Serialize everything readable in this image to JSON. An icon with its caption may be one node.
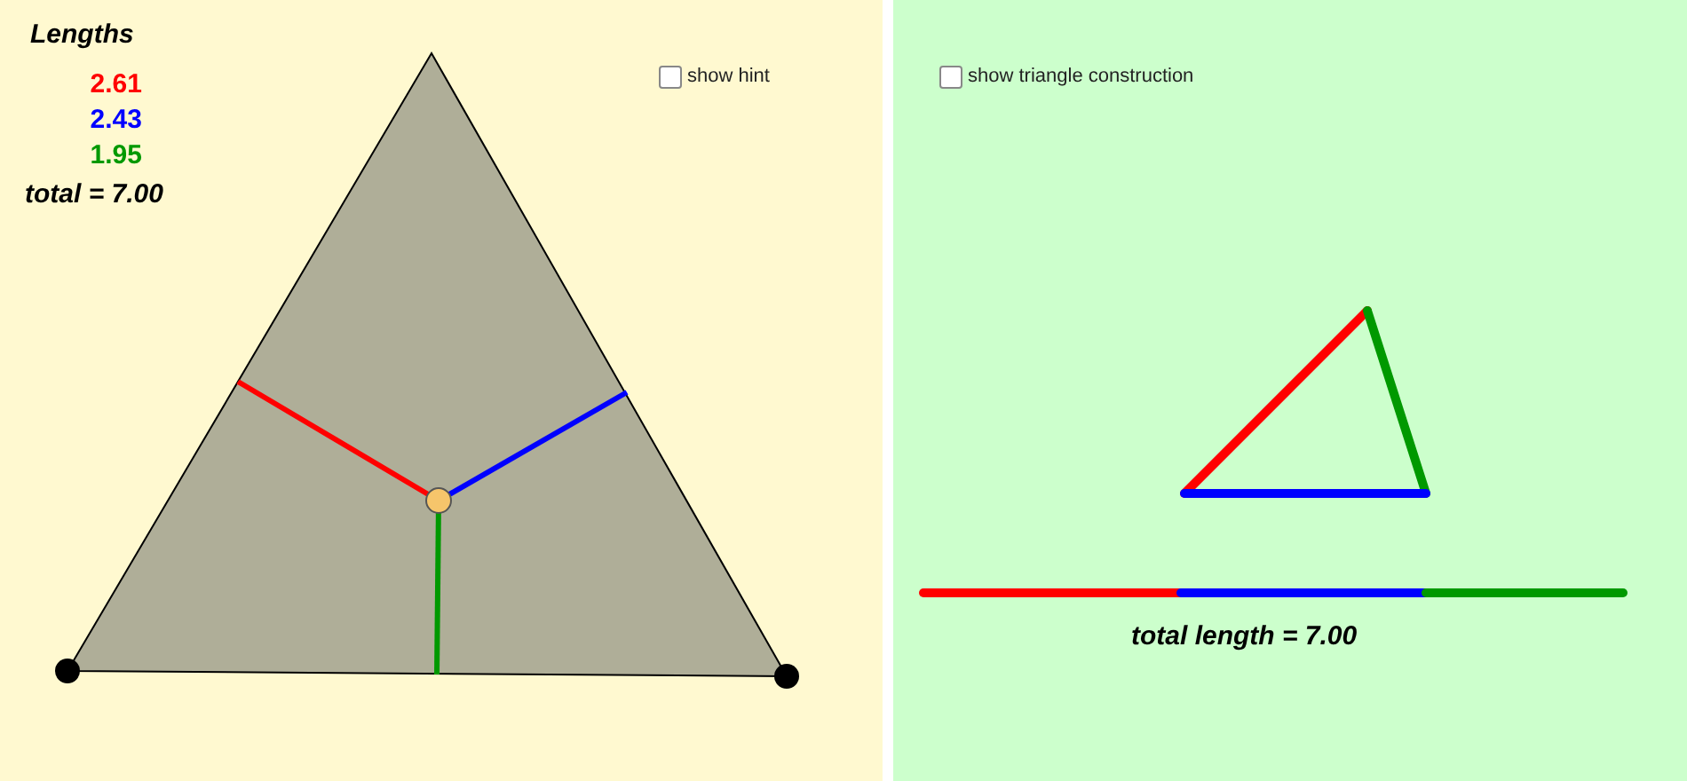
{
  "diagram": {
    "labels": [
      "Lengths",
      "2.61",
      "2.43",
      "1.95",
      "total = 7.00",
      "show hint",
      "show triangle construction",
      "total length = 7.00"
    ]
  }
}
